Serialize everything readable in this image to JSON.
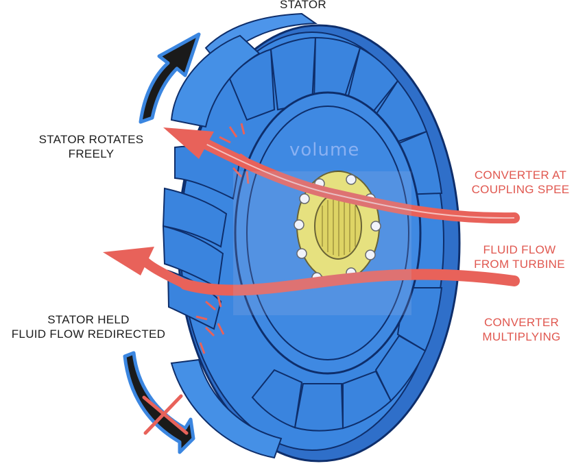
{
  "labels": {
    "stator": "STATOR",
    "stator_rotates": [
      "STATOR ROTATES",
      "FREELY"
    ],
    "stator_held": [
      "STATOR HELD",
      "FLUID FLOW REDIRECTED"
    ],
    "converter_coupling": [
      "CONVERTER AT",
      "COUPLING SPEE"
    ],
    "fluid_flow": [
      "FLUID FLOW",
      "FROM TURBINE"
    ],
    "converter_multiplying": [
      "CONVERTER",
      "MULTIPLYING"
    ]
  },
  "watermark": "volume",
  "colors": {
    "stator_blue": "#3b86e0",
    "stator_dark": "#0e2e6b",
    "hub_yellow": "#f2ea6a",
    "flow_red": "#e8625a",
    "arrow_black": "#1a1a1a"
  }
}
